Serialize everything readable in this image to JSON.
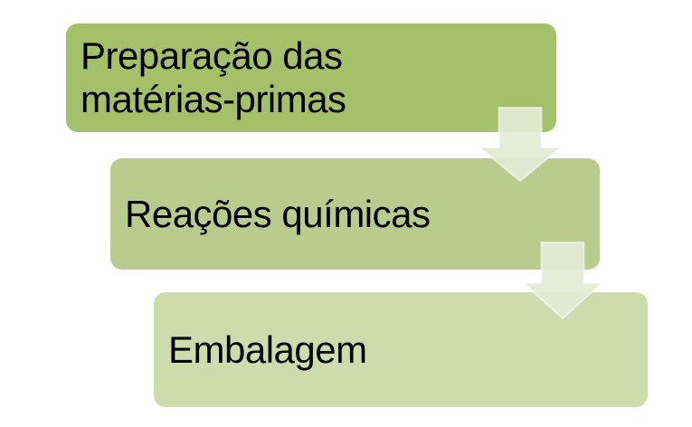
{
  "page": {
    "background_color": "#ffffff",
    "text_color": "#000000"
  },
  "diagram": {
    "type": "vertical-step-process",
    "step_count": 3,
    "steps": [
      {
        "label": "Preparação das matérias-primas",
        "fill": "#a4c068"
      },
      {
        "label": "Reações químicas",
        "fill": "#b9cc8e"
      },
      {
        "label": "Embalagem",
        "fill": "#cedcab"
      }
    ],
    "connector": {
      "shape": "down-arrow",
      "fill": "#e3ebd5",
      "outline": "#ffffff"
    }
  }
}
